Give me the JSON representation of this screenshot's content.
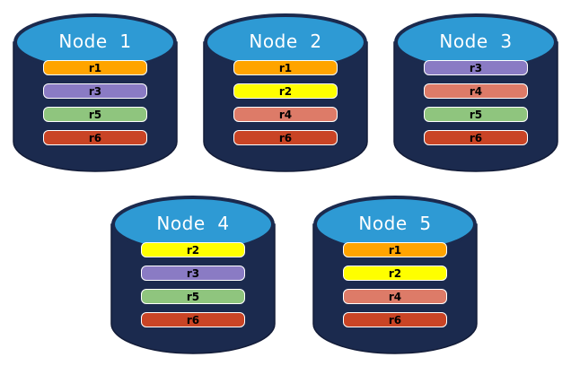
{
  "colors": {
    "background": "#FFFFFF",
    "cylinder_body": "#1B2A4E",
    "cylinder_outline": "#131C38",
    "cylinder_top": "#2E9AD4",
    "title_text": "#FFFFFF",
    "bar_border": "#FFFFFF",
    "bar_text": "#000000",
    "replica_palette": {
      "r1": "#FFA400",
      "r2": "#FFFF00",
      "r3": "#8A7BC4",
      "r4": "#DD7B68",
      "r5": "#8FC57E",
      "r6": "#C94425"
    }
  },
  "nodes": [
    {
      "label": "Node  1",
      "replicas": [
        {
          "id": "r1",
          "color": "#FFA400"
        },
        {
          "id": "r3",
          "color": "#8A7BC4"
        },
        {
          "id": "r5",
          "color": "#8FC57E"
        },
        {
          "id": "r6",
          "color": "#C94425"
        }
      ]
    },
    {
      "label": "Node  2",
      "replicas": [
        {
          "id": "r1",
          "color": "#FFA400"
        },
        {
          "id": "r2",
          "color": "#FFFF00"
        },
        {
          "id": "r4",
          "color": "#DD7B68"
        },
        {
          "id": "r6",
          "color": "#C94425"
        }
      ]
    },
    {
      "label": "Node  3",
      "replicas": [
        {
          "id": "r3",
          "color": "#8A7BC4"
        },
        {
          "id": "r4",
          "color": "#DD7B68"
        },
        {
          "id": "r5",
          "color": "#8FC57E"
        },
        {
          "id": "r6",
          "color": "#C94425"
        }
      ]
    },
    {
      "label": "Node  4",
      "replicas": [
        {
          "id": "r2",
          "color": "#FFFF00"
        },
        {
          "id": "r3",
          "color": "#8A7BC4"
        },
        {
          "id": "r5",
          "color": "#8FC57E"
        },
        {
          "id": "r6",
          "color": "#C94425"
        }
      ]
    },
    {
      "label": "Node  5",
      "replicas": [
        {
          "id": "r1",
          "color": "#FFA400"
        },
        {
          "id": "r2",
          "color": "#FFFF00"
        },
        {
          "id": "r4",
          "color": "#DD7B68"
        },
        {
          "id": "r6",
          "color": "#C94425"
        }
      ]
    }
  ]
}
